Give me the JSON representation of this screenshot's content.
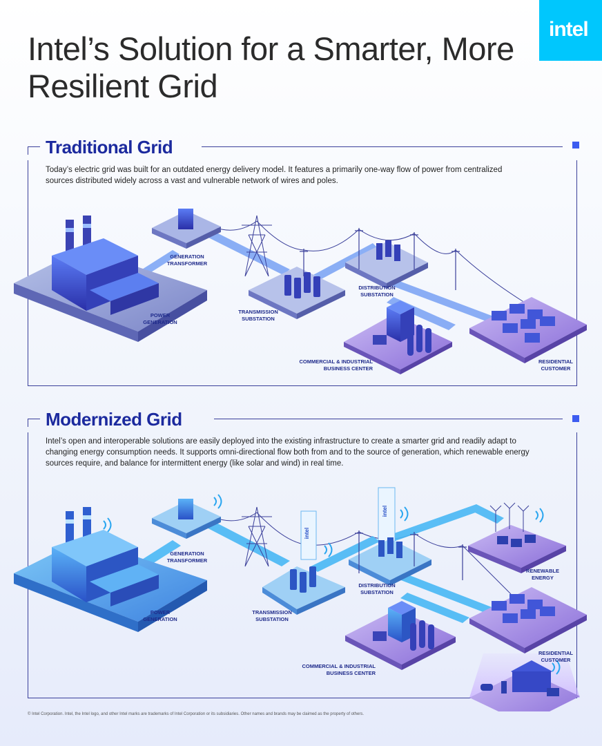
{
  "brand": {
    "logo_text": "intel",
    "logo_color": "#00c7fd"
  },
  "title": "Intel’s Solution for a Smarter, More Resilient Grid",
  "accent_color": "#1c2a9e",
  "traditional": {
    "heading": "Traditional Grid",
    "description": "Today’s electric grid was built for an outdated energy delivery model. It features a primarily one-way flow of power from centralized sources distributed widely across a vast and vulnerable network of wires and poles.",
    "labels": {
      "power_generation": "POWER GENERATION",
      "generation_transformer": "GENERATION TRANSFORMER",
      "transmission_substation": "TRANSMISSION SUBSTATION",
      "distribution_substation": "DISTRIBUTION SUBSTATION",
      "commercial": "COMMERCIAL & INDUSTRIAL BUSINESS CENTER",
      "residential": "RESIDENTIAL CUSTOMER"
    }
  },
  "modernized": {
    "heading": "Modernized Grid",
    "description": "Intel’s open and interoperable solutions are easily deployed into the existing infrastructure to create a smarter grid and readily adapt to changing energy consumption needs. It supports omni-directional flow both from and to the source of generation, which renewable energy sources require, and balance for intermittent energy (like solar and wind) in real time.",
    "labels": {
      "power_generation": "POWER GENERATION",
      "generation_transformer": "GENERATION TRANSFORMER",
      "transmission_substation": "TRANSMISSION SUBSTATION",
      "distribution_substation": "DISTRIBUTION SUBSTATION",
      "renewable": "RENEWABLE ENERGY",
      "residential": "RESIDENTIAL CUSTOMER",
      "commercial": "COMMERCIAL & INDUSTRIAL BUSINESS CENTER"
    },
    "device_label": "intel"
  },
  "footer": "© Intel Corporation. Intel, the Intel logo, and other Intel marks are trademarks of Intel Corporation or its subsidiaries. Other names and brands may be claimed as the property of others."
}
